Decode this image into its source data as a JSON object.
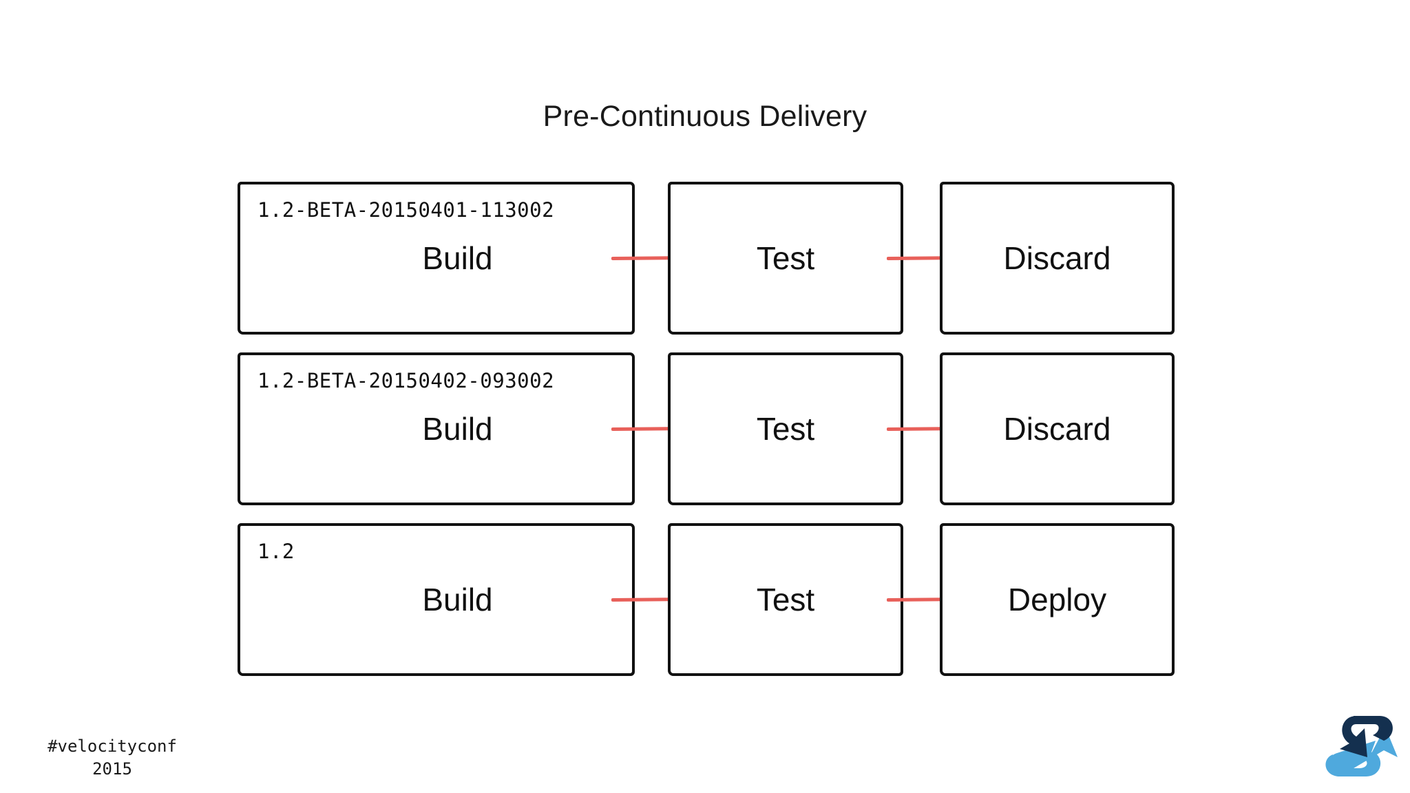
{
  "slide": {
    "title": "Pre-Continuous Delivery",
    "background_color": "#ffffff",
    "text_color": "#111111",
    "arrow_color": "#e8605a"
  },
  "diagram": {
    "type": "pipeline-flow",
    "rows": [
      {
        "version": "1.2-BETA-20150401-113002",
        "stages": [
          "Build",
          "Test",
          "Discard"
        ]
      },
      {
        "version": "1.2-BETA-20150402-093002",
        "stages": [
          "Build",
          "Test",
          "Discard"
        ]
      },
      {
        "version": "1.2",
        "stages": [
          "Build",
          "Test",
          "Deploy"
        ]
      }
    ]
  },
  "footer": {
    "hashtag": "#velocityconf\n2015",
    "logo_name": "refresh-cycle-logo",
    "logo_colors": {
      "dark": "#14304f",
      "light": "#4fa9dd"
    }
  }
}
